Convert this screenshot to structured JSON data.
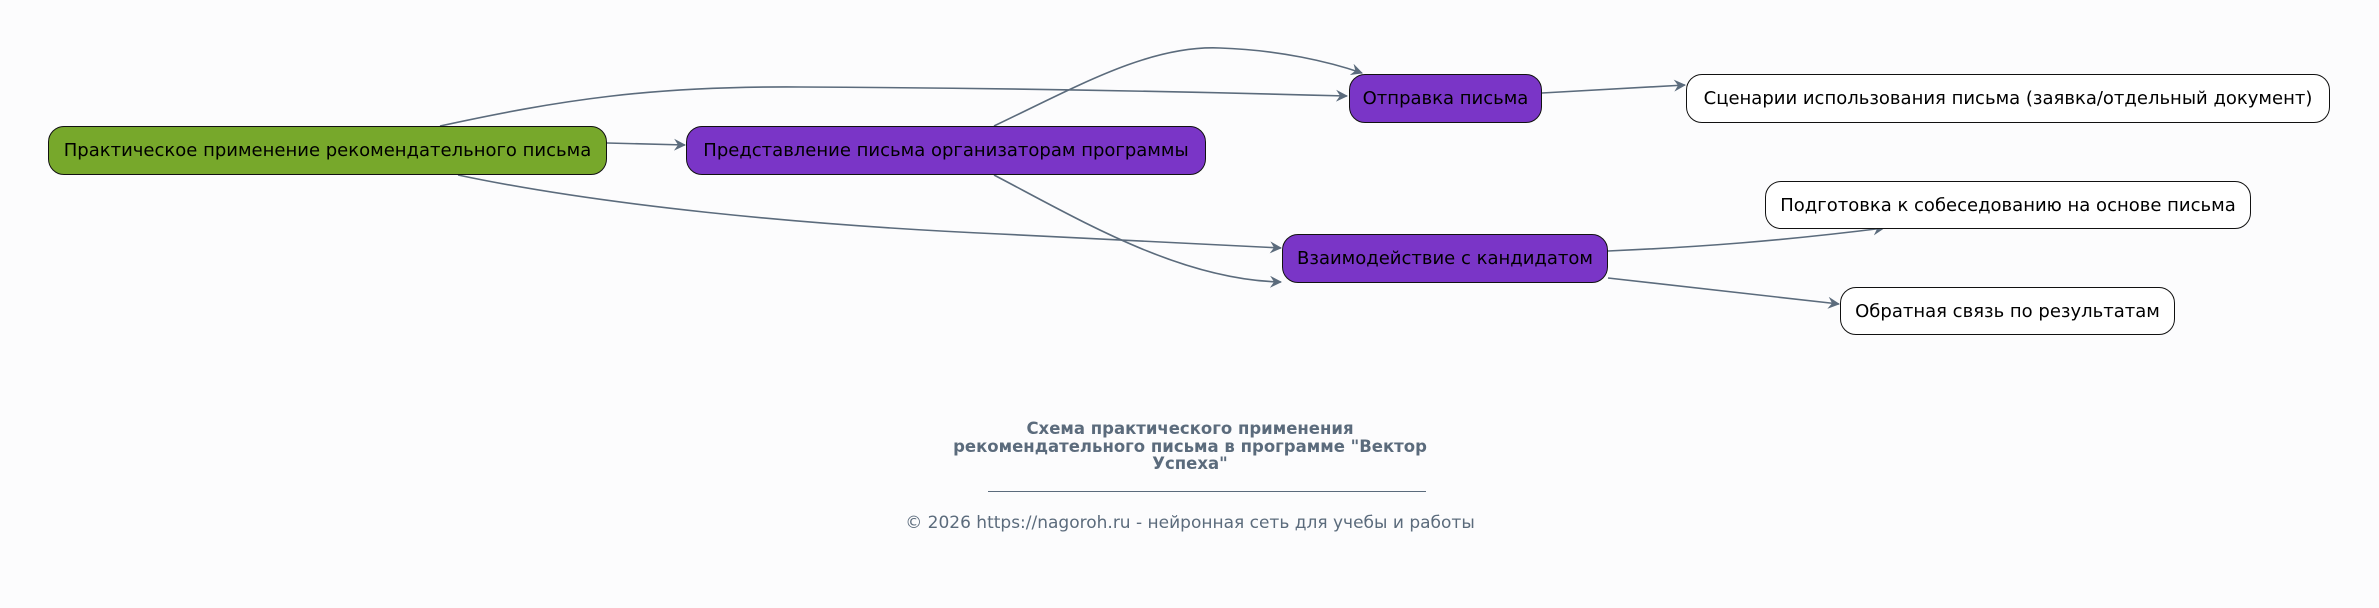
{
  "diagram": {
    "nodes": {
      "root": "Практическое применение рекомендательного письма",
      "present": "Представление письма организаторам программы",
      "send": "Отправка письма",
      "scenarios": "Сценарии использования письма (заявка/отдельный документ)",
      "interact": "Взаимодействие с кандидатом",
      "prepare": "Подготовка к собеседованию на основе письма",
      "feedback": "Обратная связь по результатам"
    },
    "edges": [
      {
        "from": "root",
        "to": "present"
      },
      {
        "from": "root",
        "to": "send"
      },
      {
        "from": "root",
        "to": "interact"
      },
      {
        "from": "present",
        "to": "send"
      },
      {
        "from": "present",
        "to": "interact"
      },
      {
        "from": "send",
        "to": "scenarios"
      },
      {
        "from": "interact",
        "to": "prepare"
      },
      {
        "from": "interact",
        "to": "feedback"
      }
    ],
    "colors": {
      "root": "#77a82b",
      "mid": "#7a35c7",
      "leaf": "#ffffff",
      "edge": "#5b6b7c"
    }
  },
  "caption": {
    "title_lines": [
      "Схема практического применения",
      "рекомендательного письма в программе \"Вектор",
      "Успеха\""
    ],
    "footer": "© 2026 https://nagoroh.ru - нейронная сеть для учебы и работы"
  }
}
